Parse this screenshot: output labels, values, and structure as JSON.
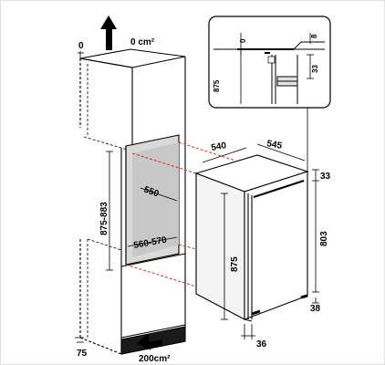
{
  "diagram": {
    "top_vent_label": "0 cm²",
    "bottom_vent_label": "200cm²",
    "measurements": {
      "cabinet_top_gap": "0",
      "cabinet_bottom_gap": "75",
      "niche_height": "875-883",
      "niche_depth": "550",
      "niche_width": "560-570",
      "appliance_depth": "540",
      "appliance_width": "545",
      "appliance_top_offset": "33",
      "appliance_total_height": "803",
      "appliance_front_height": "875",
      "appliance_bottom_offset": "38",
      "appliance_door_offset": "36"
    },
    "detail_inset": {
      "gap_zero": "0",
      "gap_eight": "8",
      "gap_thirty_three": "33",
      "height_875": "875"
    }
  }
}
